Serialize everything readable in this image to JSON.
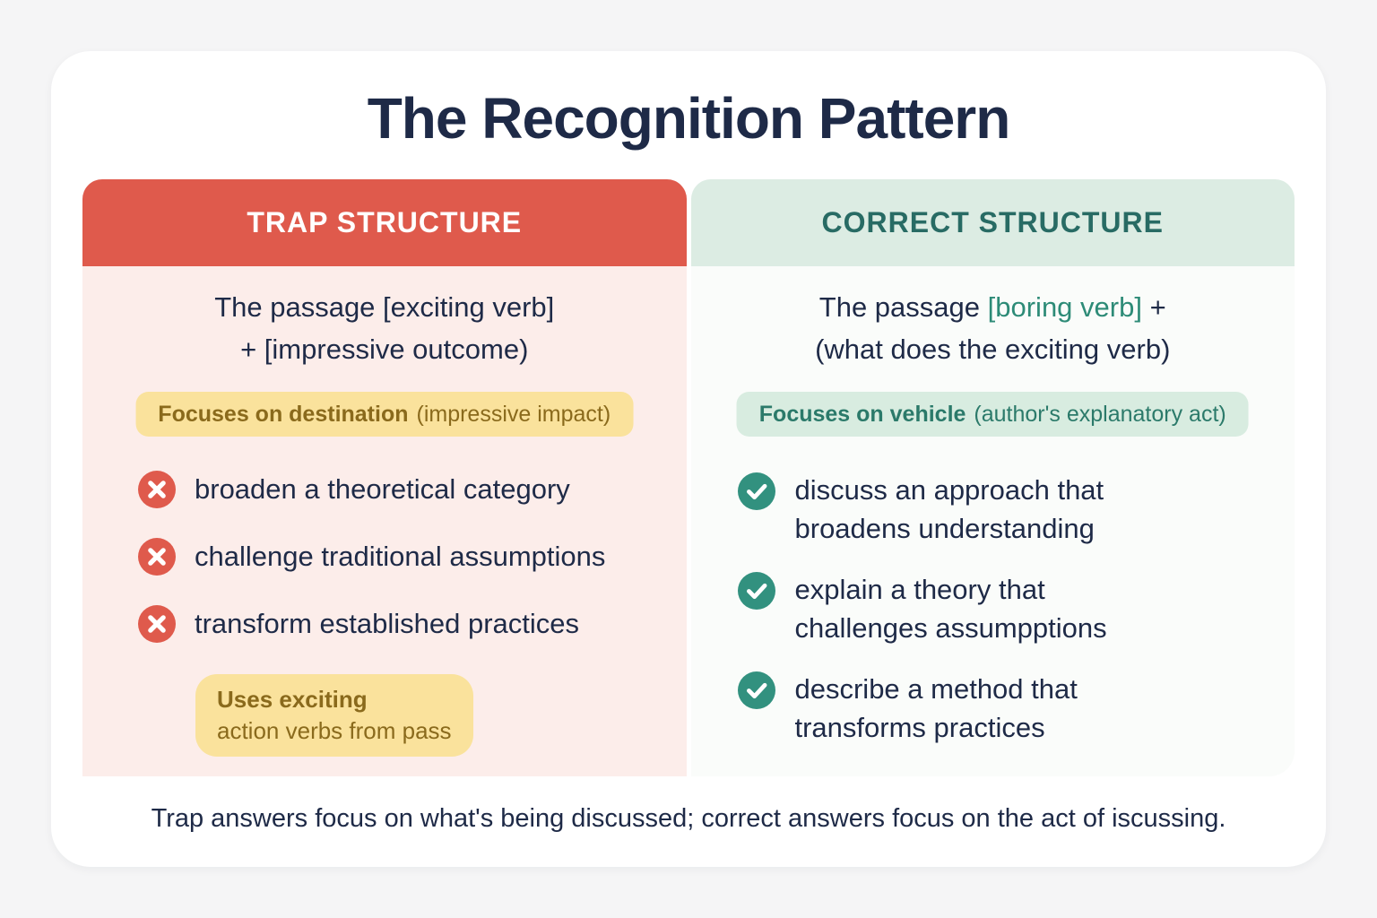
{
  "page": {
    "title": "The Recognition Pattern",
    "caption": "Trap answers focus on what's being discussed; correct answers focus on the act of iscussing."
  },
  "colors": {
    "page_bg": "#f5f5f6",
    "card_bg": "#ffffff",
    "navy": "#1e2a47",
    "red": "#df5a4c",
    "red_body": "#fcedea",
    "mint_header": "#dcece3",
    "teal_header_text": "#286b64",
    "mint_body": "#fafcfa",
    "teal_accent": "#2d8b77",
    "yellow_badge": "#fae29c",
    "yellow_text": "#8a6a1c",
    "green_badge": "#d8ece0",
    "green_badge_text": "#2b7a6a",
    "check_green": "#32917f"
  },
  "trap_column": {
    "header": "TRAP STRUCTURE",
    "formula": {
      "line1": "The passage [exciting verb]",
      "line2": "+ [impressive outcome)"
    },
    "focus_badge": {
      "bold": "Focuses on destination",
      "regular": "(impressive impact)"
    },
    "items": [
      "broaden a theoretical category",
      "challenge traditional assumptions",
      "transform established practices"
    ],
    "note_badge": {
      "line1": "Uses exciting",
      "line2": "action verbs from pass"
    }
  },
  "correct_column": {
    "header": "CORRECT STRUCTURE",
    "formula": {
      "pre": "The passage",
      "accent": "[boring verb]",
      "post": "+",
      "line2": "(what does the exciting verb)"
    },
    "focus_badge": {
      "bold": "Focuses on vehicle",
      "regular": "(author's explanatory act)"
    },
    "items": [
      {
        "line1": "discuss an approach that",
        "line2": "broadens understanding"
      },
      {
        "line1": "explain a theory that",
        "line2": "challenges assumpptions"
      },
      {
        "line1": "describe a method that",
        "line2": "transforms practices"
      }
    ]
  },
  "icons": {
    "x": "x-circle-icon",
    "check": "check-circle-icon"
  }
}
